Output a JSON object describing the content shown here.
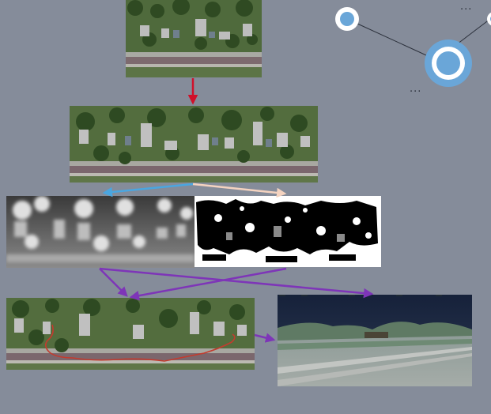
{
  "graph": {
    "ellipsis_top": "...",
    "ellipsis_bottom": "..."
  },
  "colors": {
    "background": "#858c9a",
    "arrow_red": "#d0102a",
    "arrow_blue": "#4aa6e0",
    "arrow_peach": "#f4d3c0",
    "arrow_purple": "#7e35b8",
    "node_fill": "#6aa6d8",
    "node_ring": "#ffffff"
  },
  "panels": [
    {
      "name": "aerial-crop-panel",
      "icon": "aerial-photo-icon"
    },
    {
      "name": "aerial-street-panel",
      "icon": "aerial-photo-icon"
    },
    {
      "name": "depth-map-panel",
      "icon": "depth-map-icon"
    },
    {
      "name": "segmentation-mask-panel",
      "icon": "mask-icon"
    },
    {
      "name": "trajectory-overlay-panel",
      "icon": "aerial-photo-icon"
    },
    {
      "name": "render-3d-panel",
      "icon": "3d-render-icon"
    }
  ]
}
